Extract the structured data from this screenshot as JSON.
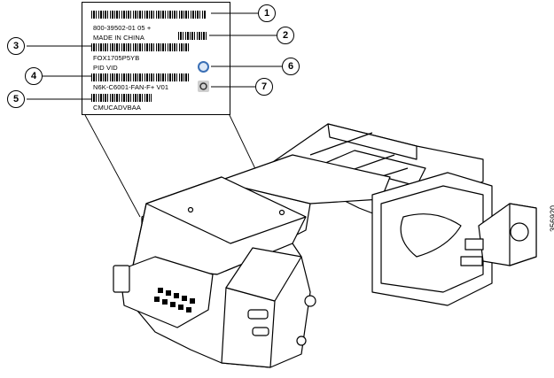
{
  "label": {
    "part_number": "800-39502-01 05 +",
    "origin": "MADE IN CHINA",
    "serial": "FOX1705P5YB",
    "pid_vid_caption": "PID VID",
    "pid_vid": "N6K-C6001-FAN-F+ V01",
    "clei": "CMUCADVBAA"
  },
  "callouts": [
    "1",
    "2",
    "3",
    "4",
    "5",
    "6",
    "7"
  ],
  "figure_id": "356920",
  "icons": {
    "rohs_badge": "recycle-10-icon",
    "compliance_badge": "compliance-mark-icon"
  }
}
